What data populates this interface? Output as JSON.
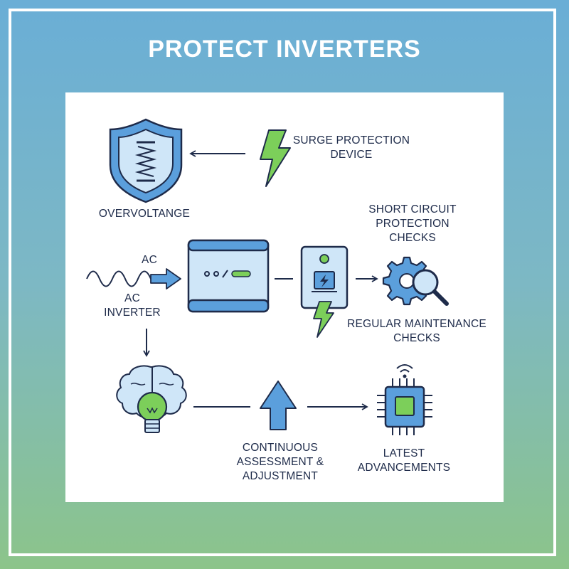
{
  "title": "PROTECT INVERTERS",
  "labels": {
    "surge_protection": "SURGE PROTECTION\nDEVICE",
    "overvoltage": "OVERVOLTANGE",
    "short_circuit": "SHORT CIRCUIT\nPROTECTION\nCHECKS",
    "ac": "AC",
    "ac_inverter": "AC\nINVERTER",
    "regular_maintenance": "REGULAR MAINTENANCE\nCHECKS",
    "continuous": "CONTINUOUS\nASSESSMENT &\nADJUSTMENT",
    "latest": "LATEST\nADVANCEMENTS"
  },
  "icons": [
    "shield-spring-icon",
    "lightning-icon",
    "wave-icon",
    "inverter-box-icon",
    "breaker-switch-icon",
    "gear-magnifier-icon",
    "brain-bulb-icon",
    "up-arrow-icon",
    "chip-wifi-icon"
  ],
  "colors": {
    "line": "#1e2b4a",
    "blue": "#5b9fdc",
    "light_blue": "#cfe6f8",
    "green": "#7ccf5a",
    "gradient_top": "#6aaed6",
    "gradient_bottom": "#8cc48a"
  }
}
